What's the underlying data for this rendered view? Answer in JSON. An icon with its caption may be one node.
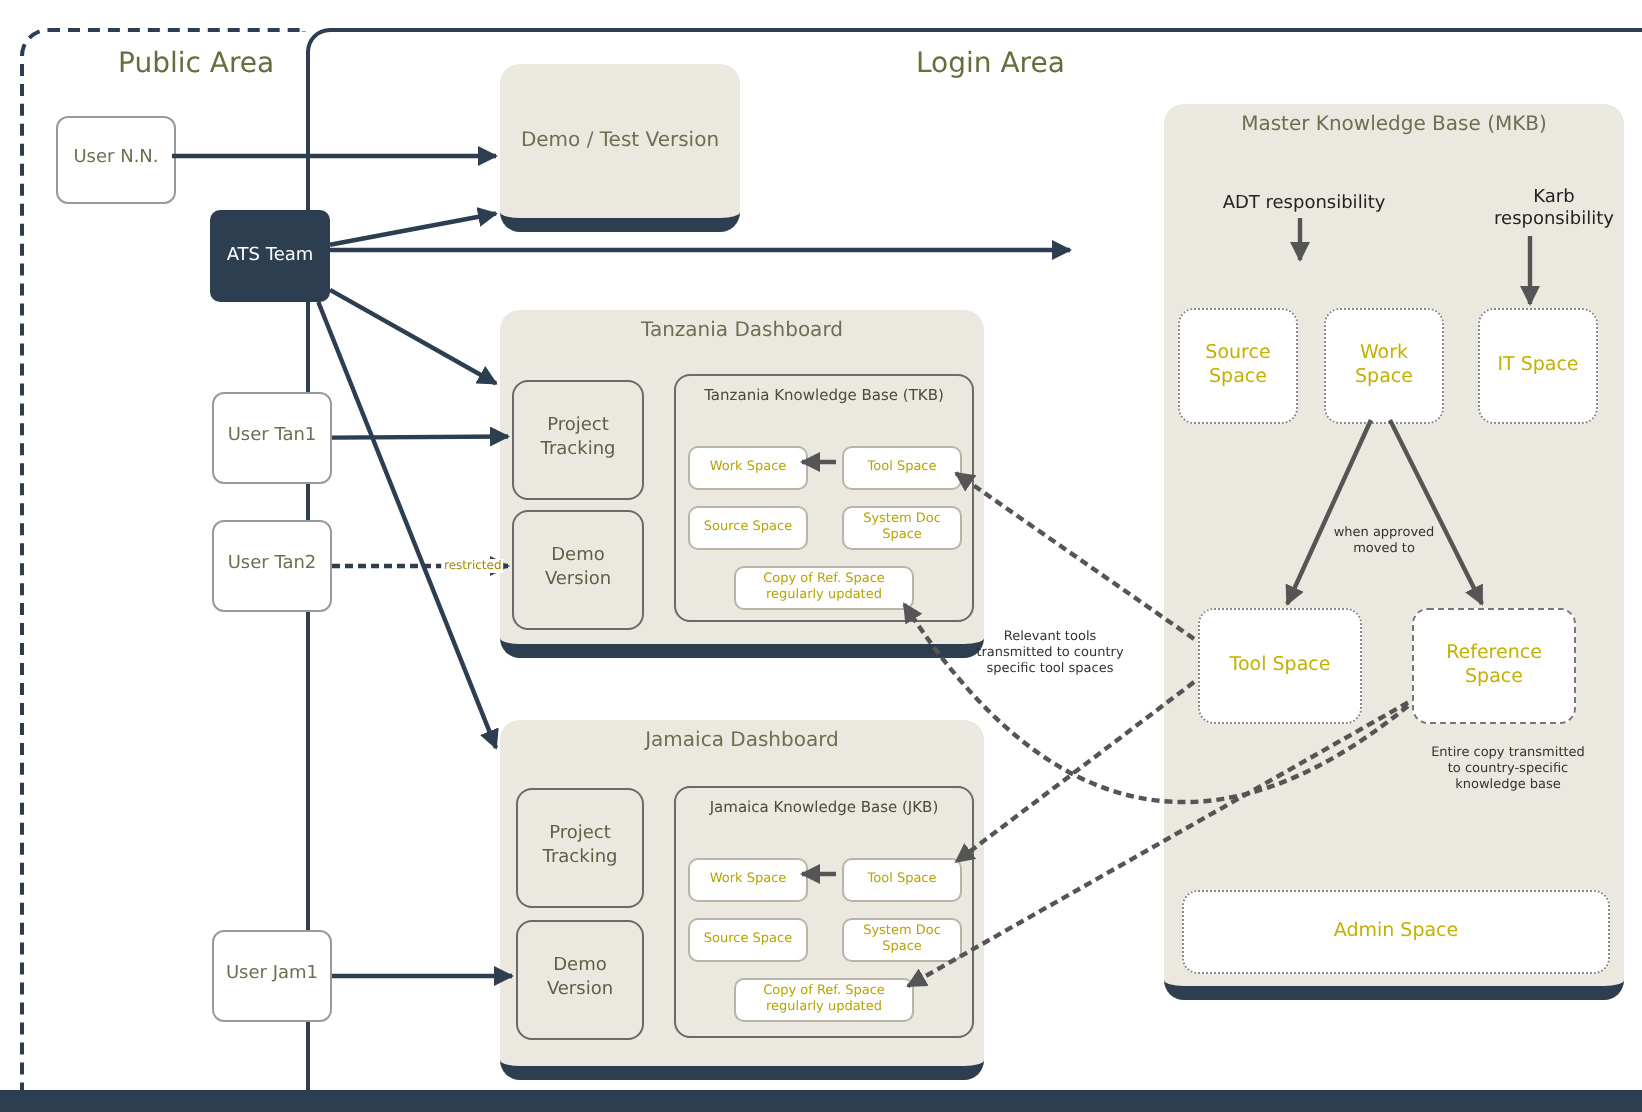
{
  "diagram": {
    "nodes": [
      {
        "text": [
          "Public Area"
        ]
      },
      {
        "text": [
          "Login Area"
        ]
      },
      {
        "text": [
          "User N.N."
        ],
        "in": 0
      },
      {
        "text": [
          "Demo / Test Version"
        ],
        "in": 1
      },
      {
        "text": [
          "ATS Team"
        ]
      },
      {
        "text": [
          "Master Knowledge Base (MKB)"
        ],
        "in": 1
      },
      {
        "text": [
          "ADT responsibility"
        ],
        "in": 5
      },
      {
        "text": [
          "Karb responsibility"
        ],
        "in": 5
      },
      {
        "text": [
          "Source Space"
        ],
        "in": 5
      },
      {
        "text": [
          "Work Space"
        ],
        "in": 5
      },
      {
        "text": [
          "IT Space"
        ],
        "in": 5
      },
      {
        "text": [
          "Tool Space"
        ],
        "in": 5
      },
      {
        "text": [
          "Reference Space"
        ],
        "in": 5
      },
      {
        "text": [
          "Admin Space"
        ],
        "in": 5
      },
      {
        "text": [
          "Tanzania Dashboard"
        ],
        "in": 1
      },
      {
        "text": [
          "Project Tracking"
        ],
        "in": 14
      },
      {
        "text": [
          "Demo Version"
        ],
        "in": 14
      },
      {
        "text": [
          "Tanzania Knowledge Base (TKB)"
        ],
        "in": 14
      },
      {
        "text": [
          "Work Space"
        ],
        "in": 17
      },
      {
        "text": [
          "Tool Space"
        ],
        "in": 17
      },
      {
        "text": [
          "Source Space"
        ],
        "in": 17
      },
      {
        "text": [
          "System Doc Space"
        ],
        "in": 17
      },
      {
        "text": [
          "Copy of Ref. Space regularly updated"
        ],
        "in": 17
      },
      {
        "text": [
          "Jamaica Dashboard"
        ],
        "in": 1
      },
      {
        "text": [
          "Project Tracking"
        ],
        "in": 23
      },
      {
        "text": [
          "Demo Version"
        ],
        "in": 23
      },
      {
        "text": [
          "Jamaica Knowledge Base (JKB)"
        ],
        "in": 23
      },
      {
        "text": [
          "Work Space"
        ],
        "in": 26
      },
      {
        "text": [
          "Tool Space"
        ],
        "in": 26
      },
      {
        "text": [
          "Source Space"
        ],
        "in": 26
      },
      {
        "text": [
          "System Doc Space"
        ],
        "in": 26
      },
      {
        "text": [
          "Copy of Ref. Space regularly updated"
        ],
        "in": 26
      },
      {
        "text": [
          "User Tan1"
        ]
      },
      {
        "text": [
          "User Tan2"
        ]
      },
      {
        "text": [
          "User Jam1"
        ]
      }
    ],
    "edges": [
      {
        "from": 2,
        "to": 3,
        "arrow": "to",
        "color": "#2c3e50"
      },
      {
        "from": 4,
        "to": 3,
        "arrow": "to",
        "color": "#2c3e50"
      },
      {
        "from": 4,
        "to": null,
        "arrow": "to",
        "color": "#2c3e50"
      },
      {
        "from": 4,
        "to": 14,
        "arrow": "to",
        "color": "#2c3e50"
      },
      {
        "from": 4,
        "to": 23,
        "arrow": "to",
        "color": "#2c3e50"
      },
      {
        "from": 32,
        "to": 15,
        "arrow": "to",
        "color": "#2c3e50"
      },
      {
        "from": 33,
        "to": 16,
        "arrow": "to",
        "style": "dashed",
        "color": "#2c3e50",
        "label": "restricted"
      },
      {
        "from": 34,
        "to": 25,
        "arrow": "to",
        "color": "#2c3e50"
      },
      {
        "from": 6,
        "to": null,
        "arrow": "to"
      },
      {
        "from": 7,
        "to": 10,
        "arrow": "to"
      },
      {
        "from": 9,
        "to": 11,
        "arrow": "to"
      },
      {
        "from": 9,
        "to": 12,
        "arrow": "to"
      },
      {
        "from": 11,
        "to": 19,
        "arrow": "to",
        "style": "dashed"
      },
      {
        "from": 11,
        "to": 28,
        "arrow": "to",
        "style": "dashed"
      },
      {
        "from": 12,
        "to": 22,
        "arrow": "to",
        "style": "dashed"
      },
      {
        "from": 12,
        "to": 31,
        "arrow": "to",
        "style": "dashed"
      },
      {
        "from": 19,
        "to": 18,
        "arrow": "to"
      },
      {
        "from": 28,
        "to": 27,
        "arrow": "to"
      }
    ],
    "labels": [
      "when approved moved to",
      "Relevant tools transmitted to country specific tool spaces",
      "Entire copy transmitted to country-specific knowledge base"
    ]
  }
}
